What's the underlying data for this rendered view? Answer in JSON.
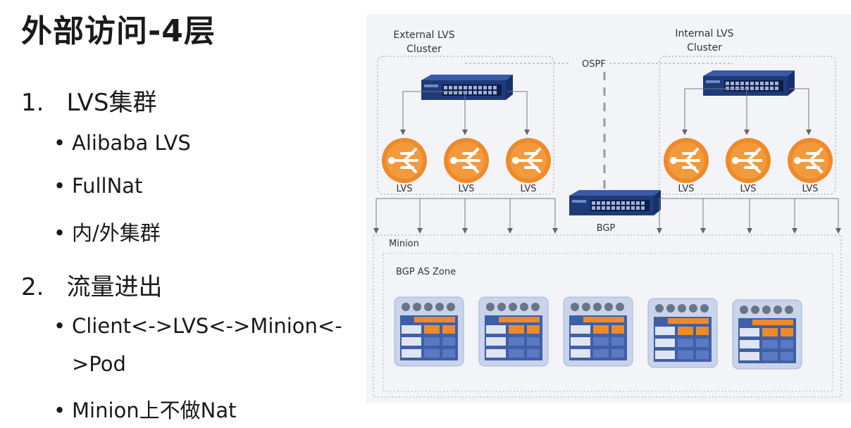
{
  "title": "外部访问-4层",
  "list": [
    {
      "number": "1.",
      "text": "LVS集群",
      "bullets": [
        "Alibaba LVS",
        "FullNat",
        "内/外集群"
      ]
    },
    {
      "number": "2.",
      "text": "流量进出",
      "bullets": [
        "Client<->LVS<->Minion<-",
        "Minion上不做Nat"
      ],
      "continuation": ">Pod"
    }
  ],
  "bullet_symbol": "•",
  "diagram": {
    "external_cluster_line1": "External LVS",
    "external_cluster_line2": "Cluster",
    "internal_cluster_line1": "Internal LVS",
    "internal_cluster_line2": "Cluster",
    "ospf": "OSPF",
    "bgp": "BGP",
    "lvs_label": "LVS",
    "minion": "Minion",
    "bgp_as_zone": "BGP AS Zone"
  },
  "colors": {
    "switch": "#2b4a8c",
    "lvs_orange": "#ef8a2a",
    "node_blue": "#3f5fa8",
    "node_bg": "#c9d4ea",
    "diagram_bg": "#f3f4f7"
  }
}
